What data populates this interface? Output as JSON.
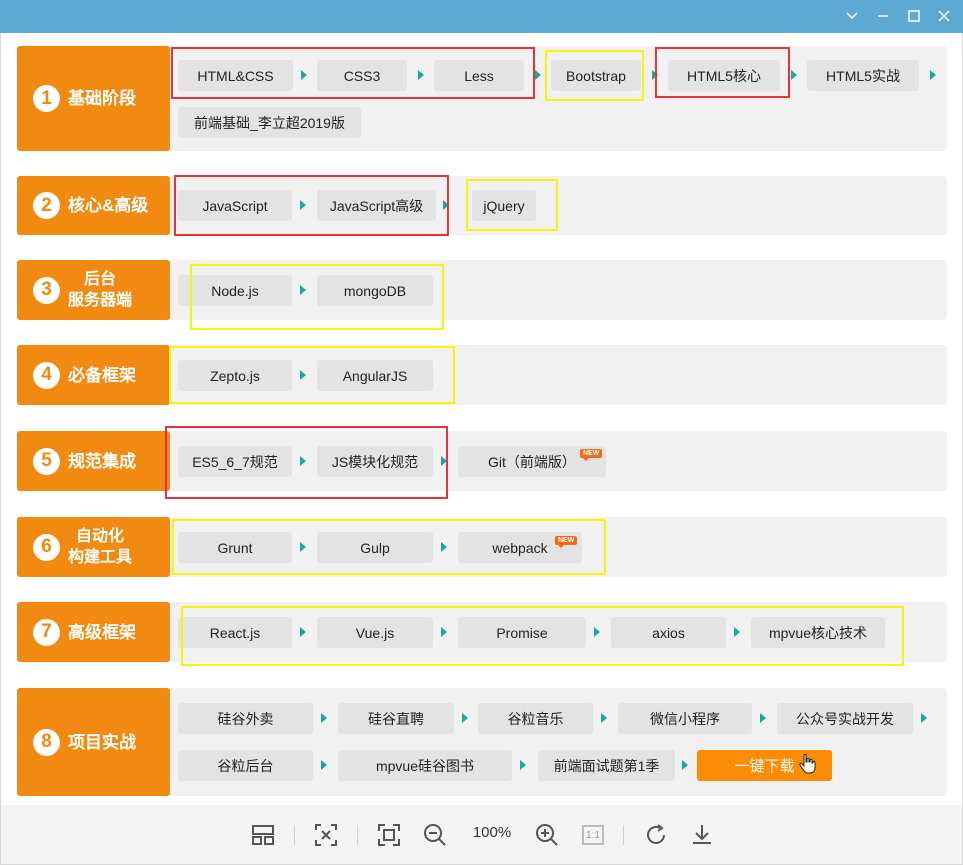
{
  "window": {
    "buttons": [
      "chevron-down",
      "minimize",
      "maximize",
      "close"
    ]
  },
  "stages": [
    {
      "number": "1",
      "label": "基础阶段",
      "items": [
        "HTML&CSS",
        "CSS3",
        "Less",
        "Bootstrap",
        "HTML5核心",
        "HTML5实战",
        "前端基础_李立超2019版"
      ]
    },
    {
      "number": "2",
      "label": "核心&高级",
      "items": [
        "JavaScript",
        "JavaScript高级",
        "jQuery"
      ]
    },
    {
      "number": "3",
      "label_line1": "后台",
      "label_line2": "服务器端",
      "items": [
        "Node.js",
        "mongoDB"
      ]
    },
    {
      "number": "4",
      "label": "必备框架",
      "items": [
        "Zepto.js",
        "AngularJS"
      ]
    },
    {
      "number": "5",
      "label": "规范集成",
      "items": [
        "ES5_6_7规范",
        "JS模块化规范",
        "Git（前端版）"
      ],
      "new_badge": "NEW"
    },
    {
      "number": "6",
      "label_line1": "自动化",
      "label_line2": "构建工具",
      "items": [
        "Grunt",
        "Gulp",
        "webpack"
      ],
      "new_badge": "NEW"
    },
    {
      "number": "7",
      "label": "高级框架",
      "items": [
        "React.js",
        "Vue.js",
        "Promise",
        "axios",
        "mpvue核心技术"
      ]
    },
    {
      "number": "8",
      "label": "项目实战",
      "items": [
        "硅谷外卖",
        "硅谷直聘",
        "谷粒音乐",
        "微信小程序",
        "公众号实战开发",
        "谷粒后台",
        "mpvue硅谷图书",
        "前端面试题第1季"
      ],
      "download_label": "一键下载"
    }
  ],
  "toolbar": {
    "zoom": "100%",
    "actual_size": "1:1",
    "icons": [
      "layout-icon",
      "fit-window-icon",
      "fullscreen-icon",
      "zoom-out-icon",
      "zoom-in-icon",
      "actual-size-icon",
      "rotate-icon",
      "download-icon"
    ]
  },
  "colors": {
    "titlebar": "#5da9d4",
    "stage": "#f28a12",
    "arrow": "#1aa89a",
    "highlight_red": "#e6333b",
    "highlight_yellow": "#f5f50a"
  }
}
